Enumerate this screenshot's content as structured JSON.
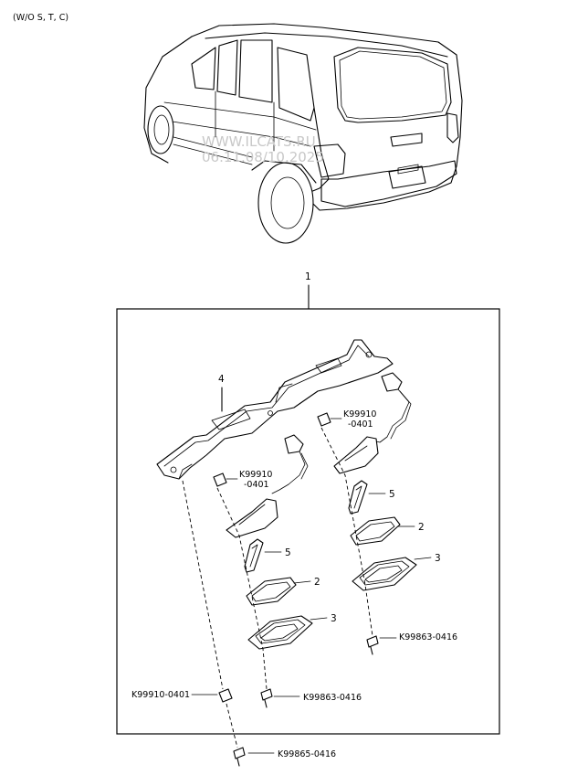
{
  "variant_note": "(W/O S, T, C)",
  "watermark": {
    "line1": "WWW.ILCATS.RU",
    "line2": "06.11.08/10.2025"
  },
  "callouts": {
    "assembly": "1",
    "gasket_a": "2",
    "gasket_b": "2",
    "housing_a": "3",
    "housing_b": "3",
    "bracket": "4",
    "lens_a": "5",
    "lens_b": "5"
  },
  "part_numbers": {
    "clip_right_line1": "K99910",
    "clip_right_line2": "-0401",
    "clip_center_line1": "K99910",
    "clip_center_line2": "-0401",
    "screw_right": "K99863-0416",
    "clip_left": "K99910-0401",
    "screw_center": "K99863-0416",
    "screw_bottom": "K99865-0416"
  }
}
